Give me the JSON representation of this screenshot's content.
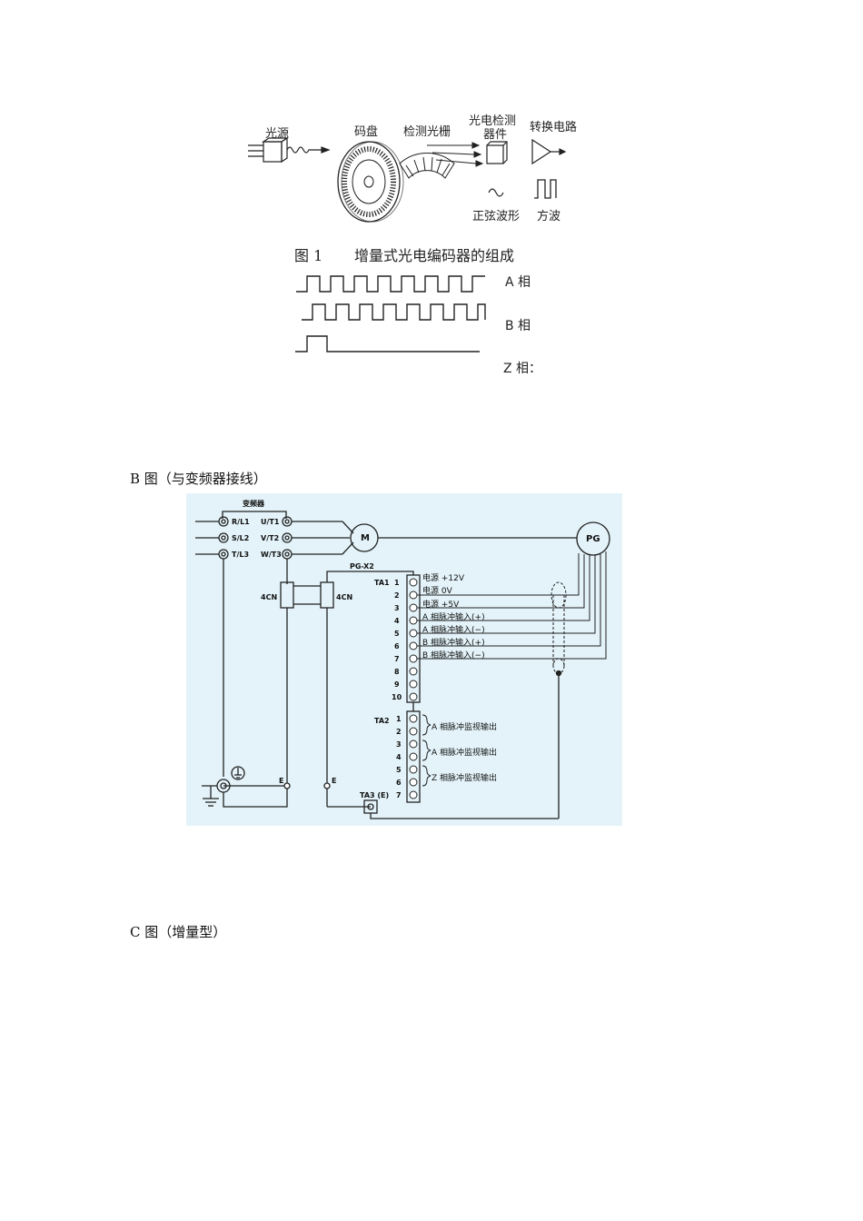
{
  "figure1": {
    "labels": {
      "light_source": "光源",
      "code_disc": "码盘",
      "grating": "检测光栅",
      "photo_detector_line1": "光电检测",
      "photo_detector_line2": "器件",
      "converter": "转换电路",
      "sine_wave": "正弦波形",
      "square_wave": "方波"
    },
    "caption_number": "图 1",
    "caption_text": "增量式光电编码器的组成",
    "phases": {
      "a": "A 相",
      "b": "B 相",
      "z": "Z 相："
    }
  },
  "section_b": {
    "title": "B 图（与变频器接线）",
    "inverter_label": "变频器",
    "terminals_left": [
      "R/L1",
      "S/L2",
      "T/L3"
    ],
    "terminals_right": [
      "U/T1",
      "V/T2",
      "W/T3"
    ],
    "motor": "M",
    "encoder": "PG",
    "card": "PG-X2",
    "connector": "4CN",
    "ta1": "TA1",
    "ta2": "TA2",
    "ta3": "TA3 (E)",
    "ground_e": "E",
    "ta1_numbers": [
      "1",
      "2",
      "3",
      "4",
      "5",
      "6",
      "7",
      "8",
      "9",
      "10"
    ],
    "ta2_numbers": [
      "1",
      "2",
      "3",
      "4",
      "5",
      "6",
      "7"
    ],
    "ta1_signals": [
      "电源 +12V",
      "电源 0V",
      "电源 +5V",
      "A 相脉冲输入(+)",
      "A 相脉冲输入(−)",
      "B 相脉冲输入(+)",
      "B 相脉冲输入(−)"
    ],
    "ta2_signals": [
      "A 相脉冲监视输出",
      "A 相脉冲监视输出",
      "Z 相脉冲监视输出"
    ],
    "colors": {
      "background": "#e3f3f9"
    }
  },
  "section_c": {
    "title": "C 图（增量型）"
  }
}
